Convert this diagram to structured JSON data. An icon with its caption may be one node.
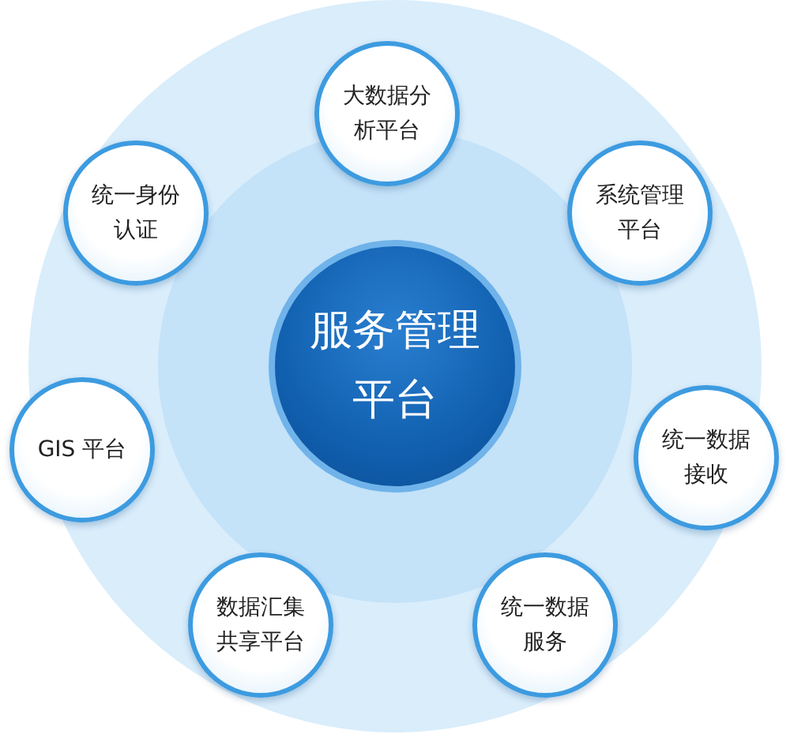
{
  "diagram": {
    "nodes": [
      {
        "text": [
          "服务管理平台"
        ]
      },
      {
        "text": [
          "大数据分析平台"
        ]
      },
      {
        "text": [
          "系统管理平台"
        ]
      },
      {
        "text": [
          "统一数据接收"
        ]
      },
      {
        "text": [
          "统一数据服务"
        ]
      },
      {
        "text": [
          "数据汇集共享平台"
        ]
      },
      {
        "text": [
          "GIS 平台"
        ]
      },
      {
        "text": [
          "统一身份认证"
        ]
      }
    ]
  }
}
